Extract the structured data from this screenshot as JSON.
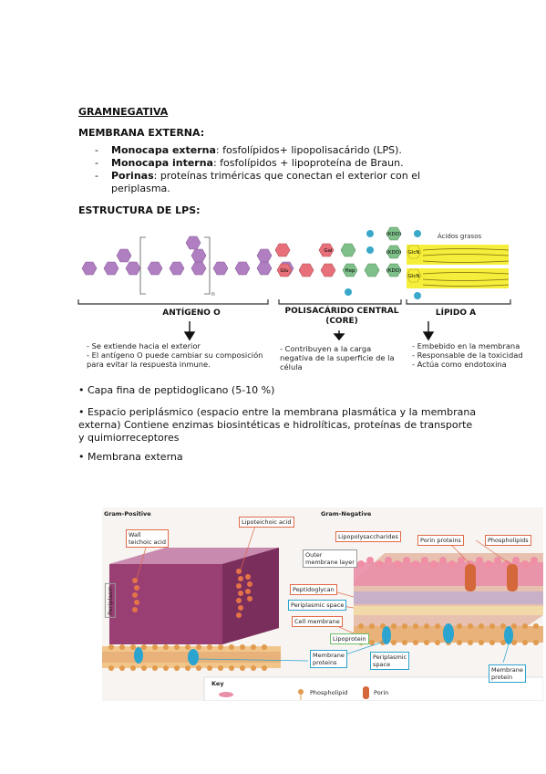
{
  "title": "GRAMNEGATIVA",
  "outer_membrane": {
    "heading": "MEMBRANA EXTERNA:",
    "items": [
      {
        "bold": "Monocapa externa",
        "text": ": fosfolípidos+ lipopolisacárido (LPS)."
      },
      {
        "bold": "Monocapa interna",
        "text": ": fosfolípidos + lipoproteína de Braun."
      },
      {
        "bold": "Porinas",
        "text": ": proteínas triméricas que conectan el exterior con el"
      },
      {
        "bold": "",
        "text": "periplasma."
      }
    ]
  },
  "lps": {
    "heading": "ESTRUCTURA DE LPS:",
    "sugars": {
      "glcnac": "GlcN",
      "kdo": "(KDO)",
      "hep": "Hep",
      "glu": "Glu",
      "gal": "Gal",
      "p": "P",
      "n": "n"
    },
    "acidos_grasos": "Ácidos grasos",
    "sections": [
      {
        "title": "ANTÍGENO O",
        "notes": [
          "- Se extiende hacia el exterior",
          "- El antígeno O puede cambiar su composición",
          "para evitar la respuesta inmune."
        ]
      },
      {
        "title": "POLISACÁRIDO CENTRAL\n(CORE)",
        "notes": [
          "- Contribuyen a la carga",
          "negativa de la superficie de la",
          "célula"
        ]
      },
      {
        "title": "LÍPIDO A",
        "notes": [
          "- Embebido en la membrana",
          "- Responsable de la toxicidad",
          "- Actúa como endotoxina"
        ]
      }
    ],
    "colors": {
      "o_antigen": "#b07fc2",
      "core_red": "#e8707a",
      "core_green": "#7ebf8a",
      "lipid": "#f5ee3a",
      "phosphate": "#3aa8c9"
    }
  },
  "points": [
    "• Capa fina de peptidoglicano (5-10 %)",
    "• Espacio periplásmico (espacio entre la membrana plasmática y la membrana externa) Contiene enzimas biosintéticas e hidrolíticas, proteínas de transporte y quimiorreceptores",
    "• Membrana externa"
  ],
  "figure": {
    "gram_positive": "Gram-Positive",
    "gram_negative": "Gram-Negative",
    "labels": {
      "wall_teichoic": "Wall\nteichoic acid",
      "lipoteichoic": "Lipoteichoic acid",
      "lipopoly": "Lipopolysaccharides",
      "porin": "Porin proteins",
      "phospholipids": "Phospholipids",
      "outer_membrane": "Outer\nmembrane layer",
      "peptidoglycan": "Peptidoglycan",
      "periplasmic": "Periplasmic space",
      "cell_membrane": "Cell membrane",
      "lipoprotein": "Lipoprotein",
      "membrane_proteins": "Membrane\nproteins",
      "periplasmic_space": "Periplasmic\nspace",
      "membrane_protein": "Membrane\nprotein",
      "periplasm_side": "Periplasm"
    },
    "key": {
      "title": "Key",
      "phospholipid": "Phospholipid",
      "porin": "Porin"
    }
  }
}
